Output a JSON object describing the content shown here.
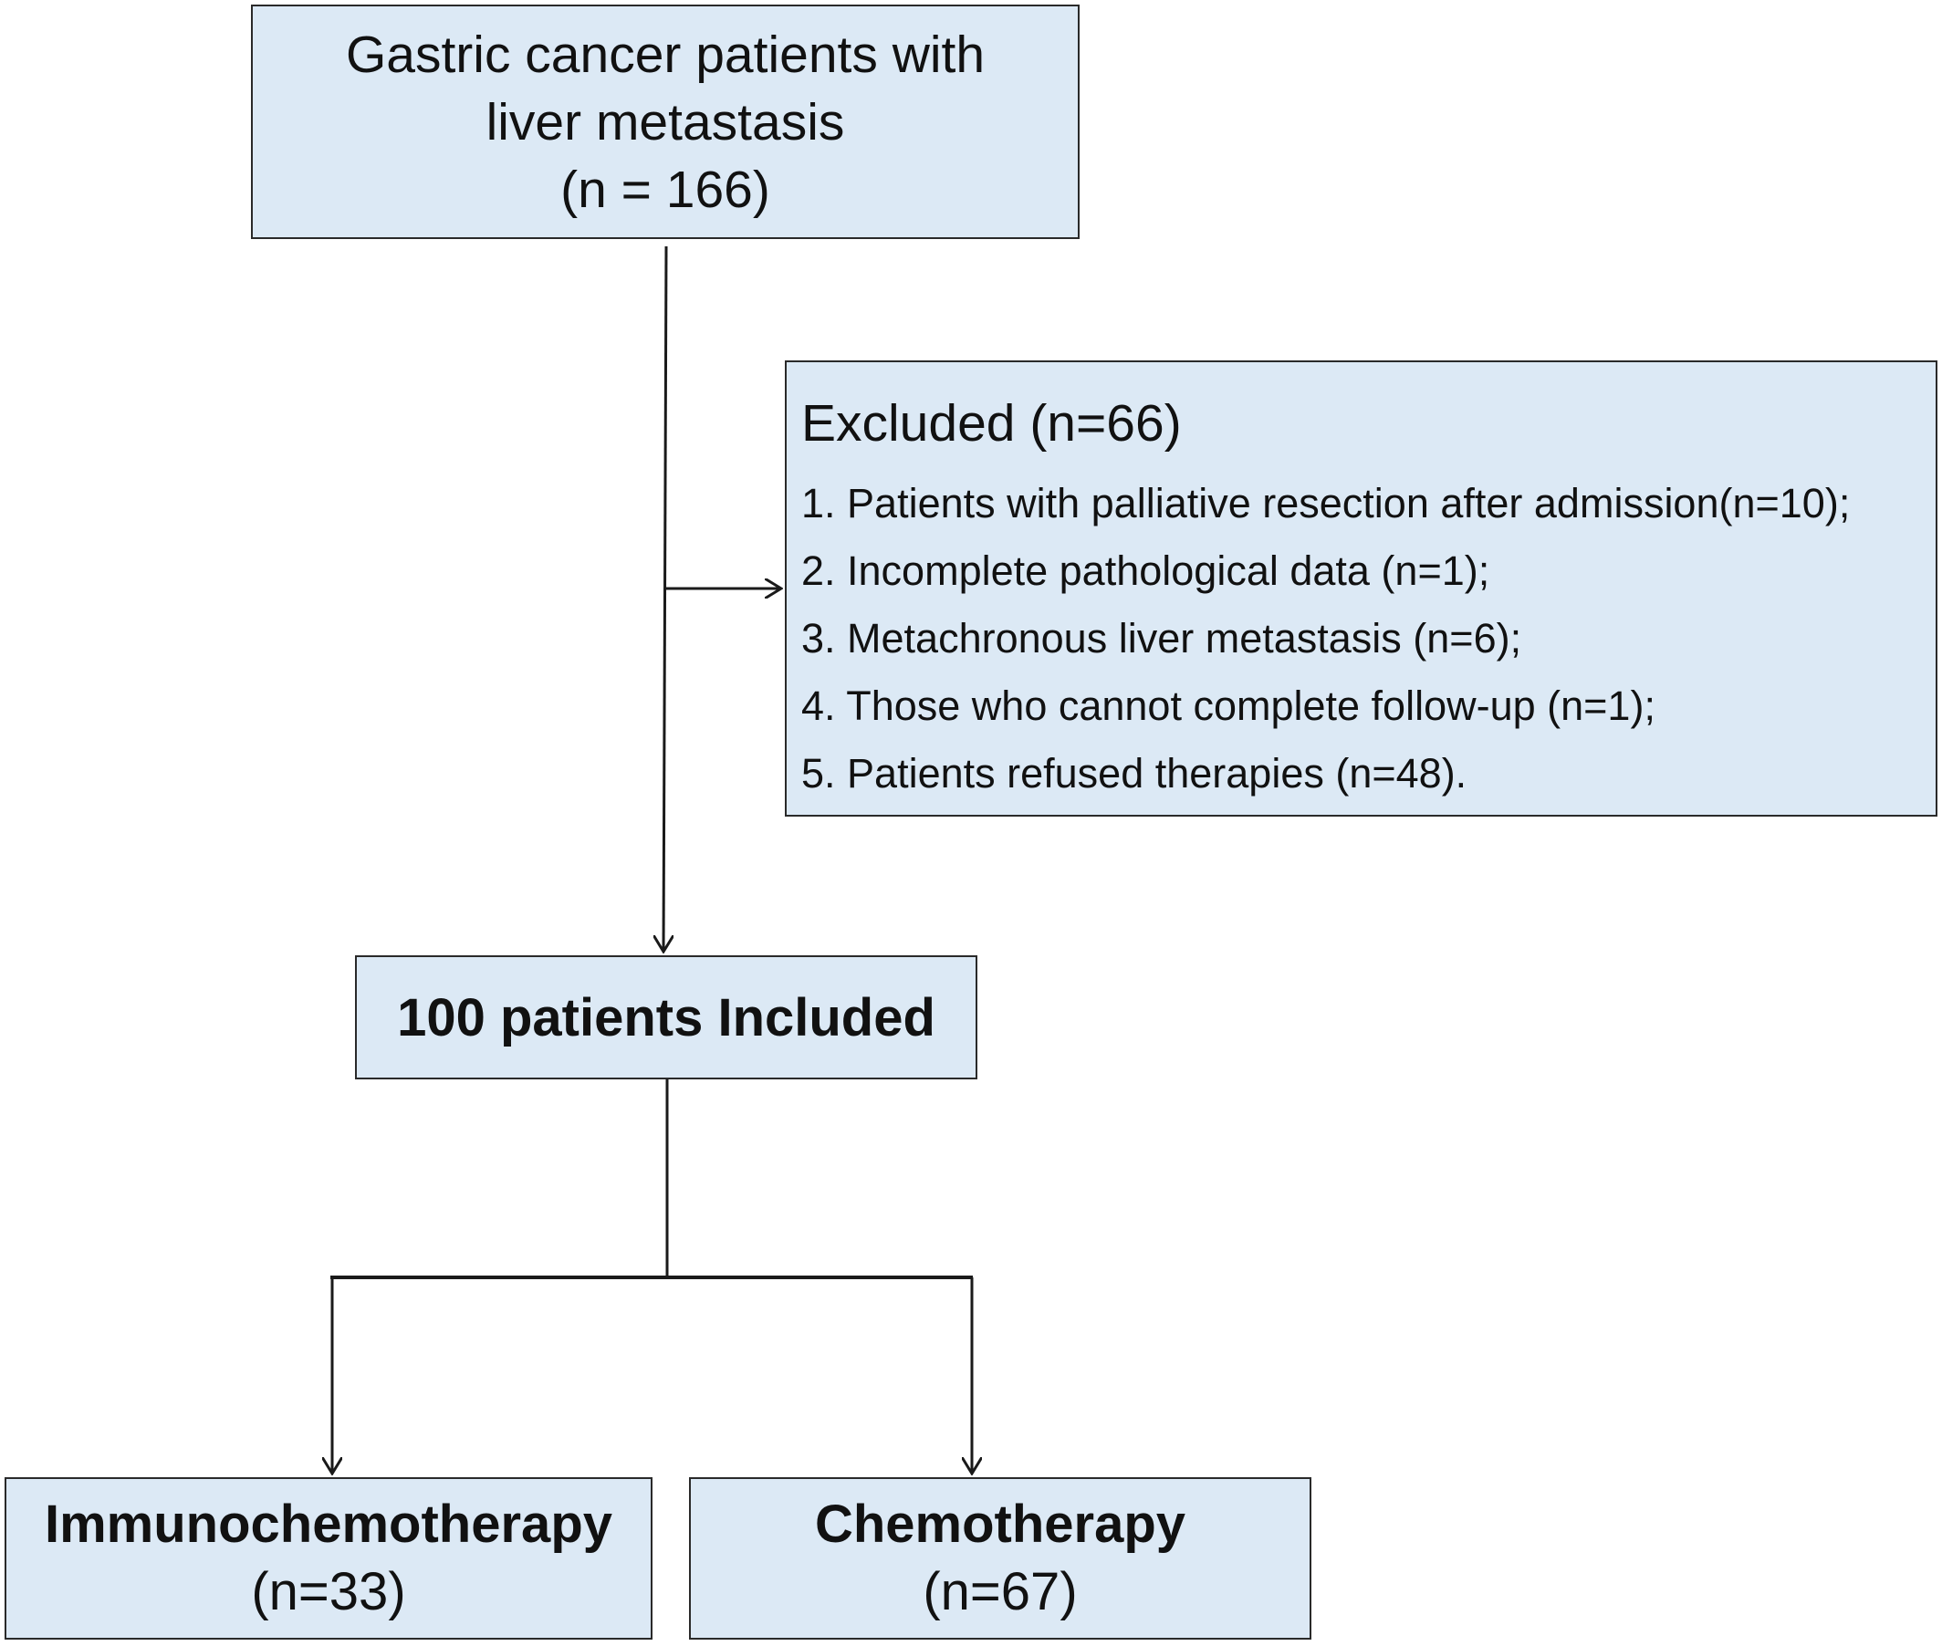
{
  "start": {
    "line1": "Gastric cancer patients with",
    "line2": "liver metastasis",
    "count": "(n = 166)"
  },
  "excluded": {
    "title": "Excluded (n=66)",
    "items": [
      "1. Patients with palliative resection after admission(n=10);",
      "2. Incomplete pathological data (n=1);",
      "3. Metachronous liver metastasis (n=6);",
      "4. Those who cannot complete follow-up (n=1);",
      "5. Patients refused therapies (n=48)."
    ]
  },
  "included": {
    "label": "100 patients Included"
  },
  "arms": [
    {
      "name": "Immunochemotherapy",
      "count": "(n=33)"
    },
    {
      "name": "Chemotherapy",
      "count": "(n=67)"
    }
  ],
  "colors": {
    "box_fill": "#dce9f5",
    "box_border": "#2a2a2a",
    "line": "#1a1a1a"
  }
}
